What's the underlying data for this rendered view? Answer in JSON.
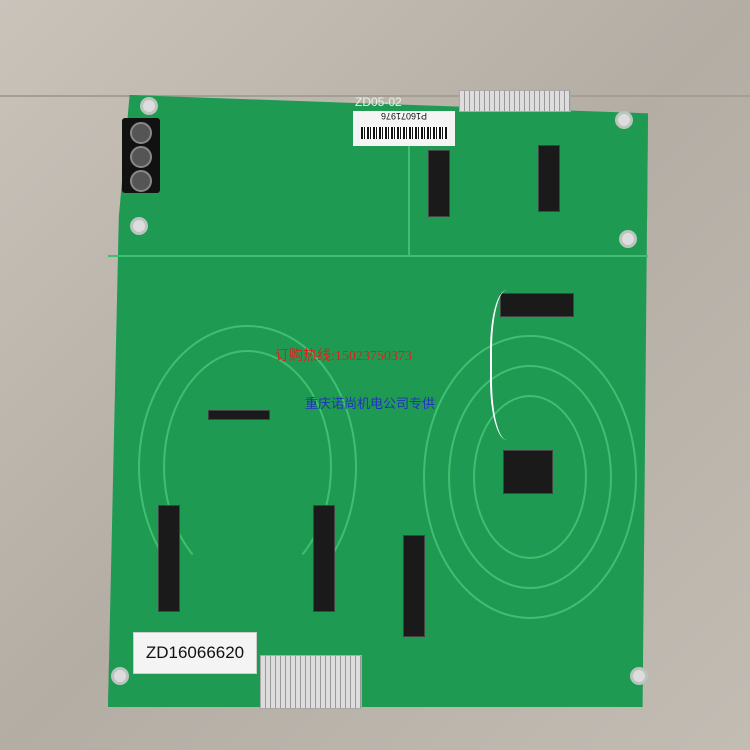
{
  "board": {
    "model_silkscreen": "ZD05-02",
    "barcode_label": "P16071976",
    "serial_label": "ZD16066620"
  },
  "watermark": {
    "hotline": "订购热线:15023750373",
    "supplier": "重庆诺尚机电公司专供"
  },
  "colors": {
    "pcb": "#1f9a52",
    "watermark_red": "#d8231d",
    "watermark_blue": "#2233bb"
  }
}
